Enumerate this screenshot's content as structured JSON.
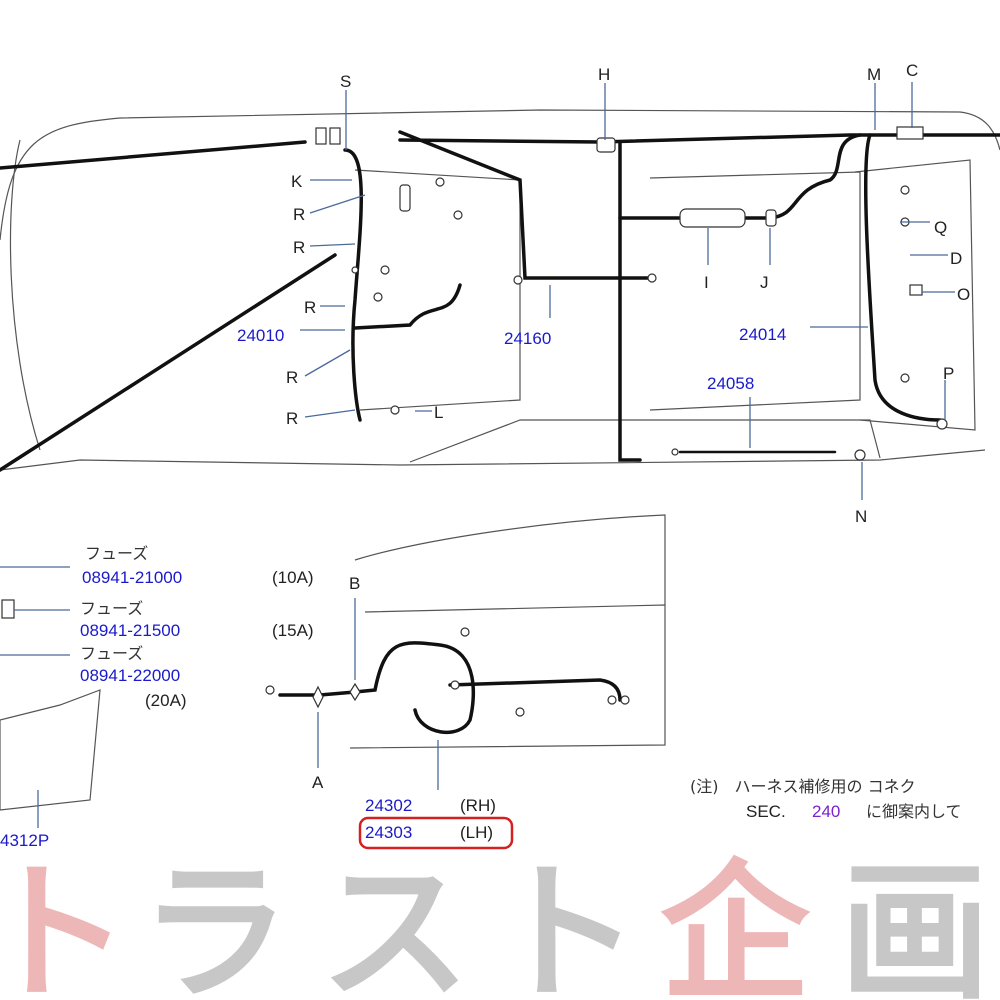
{
  "watermark": {
    "text": "トラスト企画",
    "color_red": "#e8a0a0",
    "color_gray": "#b5b5b5"
  },
  "callouts": {
    "S": "S",
    "H": "H",
    "M": "M",
    "C": "C",
    "K": "K",
    "R1": "R",
    "R2": "R",
    "R3": "R",
    "R4": "R",
    "R5": "R",
    "L": "L",
    "I": "I",
    "J": "J",
    "Q": "Q",
    "D": "D",
    "O": "O",
    "P": "P",
    "N": "N",
    "A": "A",
    "B": "B"
  },
  "harness_parts": {
    "p24010": "24010",
    "p24160": "24160",
    "p24014": "24014",
    "p24058": "24058",
    "p24302": "24302",
    "p24302_side": "(RH)",
    "p24303": "24303",
    "p24303_side": "(LH)",
    "p24312P": "4312P"
  },
  "fuses": [
    {
      "name": "フューズ",
      "part": "08941-21000",
      "rating": "(10A)"
    },
    {
      "name": "フューズ",
      "part": "08941-21500",
      "rating": "(15A)"
    },
    {
      "name": "フューズ",
      "part": "08941-22000",
      "rating": "(20A)"
    }
  ],
  "note": {
    "line1": "(注)　ハーネス補修用の コネク",
    "line2_prefix": "SEC.",
    "line2_sec": "240",
    "line2_suffix": "に御案内して"
  },
  "colors": {
    "part_number": "#1a1acc",
    "highlight": "#d42020",
    "sec": "#7a22cc"
  }
}
